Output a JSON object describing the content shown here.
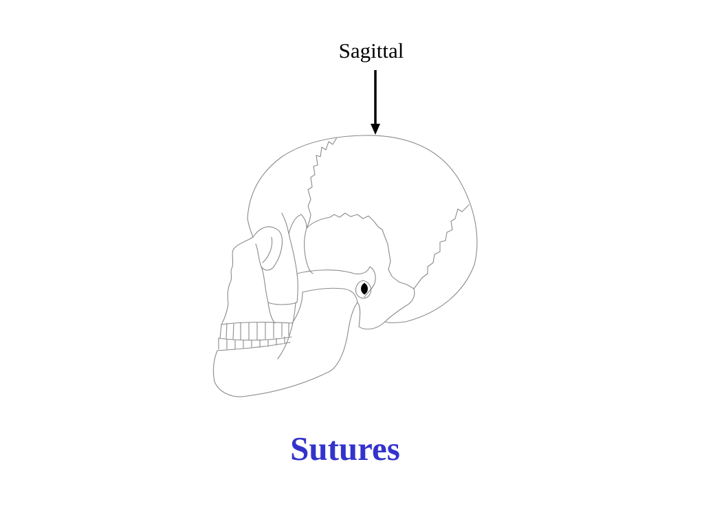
{
  "slide": {
    "label_text": "Sagittal",
    "title": "Sutures",
    "title_color": "#3333cc",
    "arrow_color": "#000000",
    "outline_color": "#8a8a8a"
  },
  "icons": {
    "arrow": "arrow-down-icon",
    "illustration": "skull-lateral-view"
  }
}
